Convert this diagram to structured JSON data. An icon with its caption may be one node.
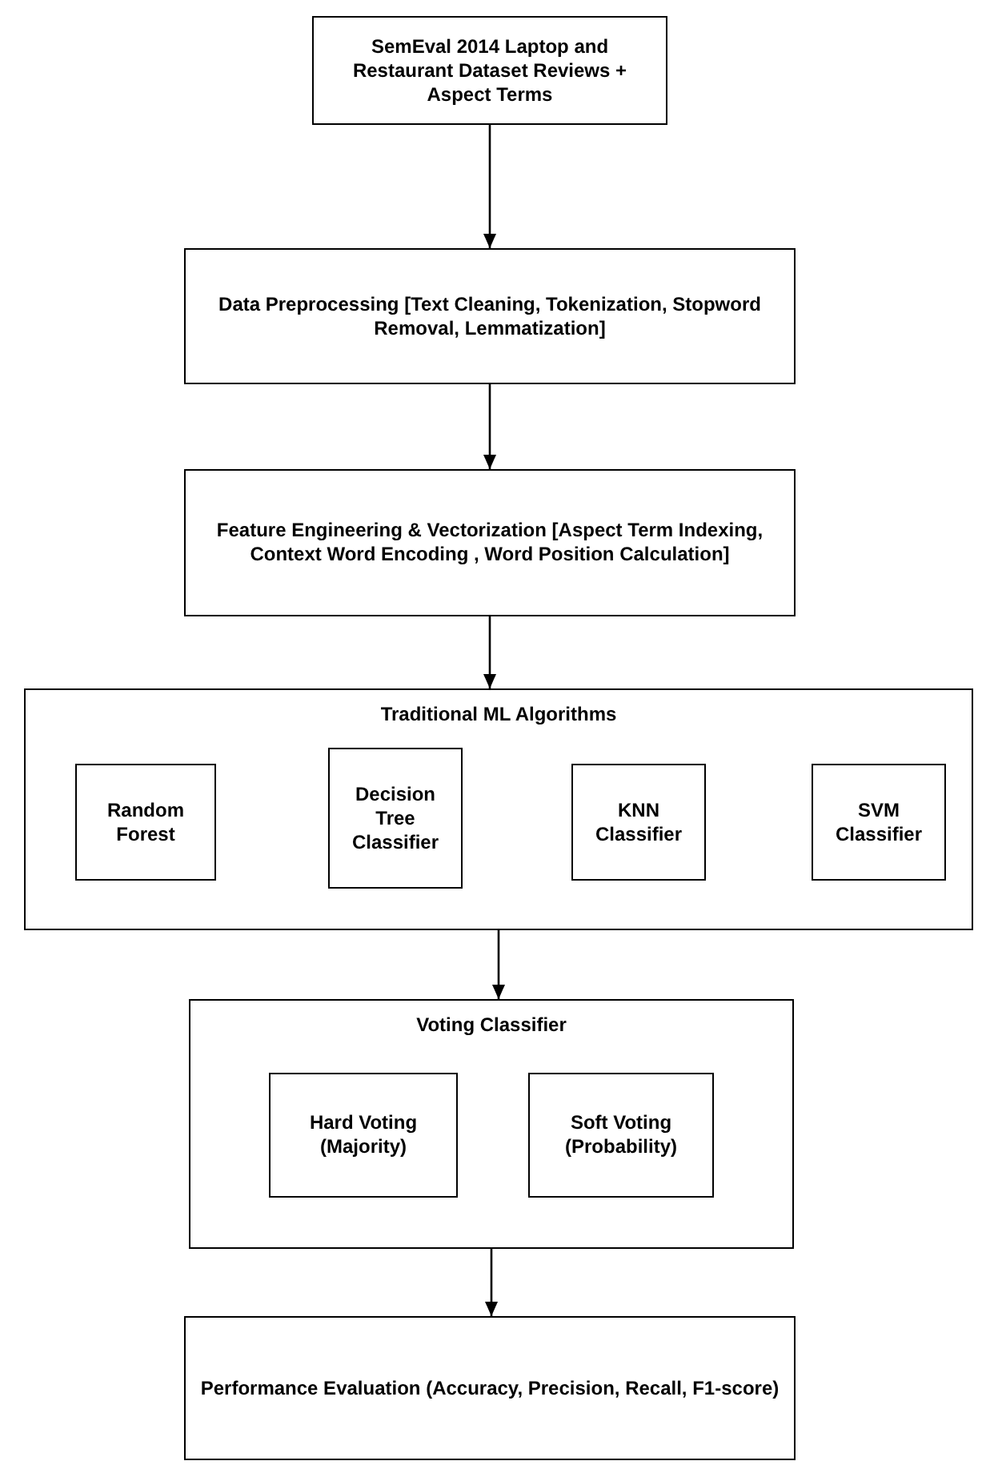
{
  "diagram": {
    "nodes": [
      {
        "text": [
          "SemEval 2014 Laptop and Restaurant Dataset Reviews + Aspect Terms"
        ]
      },
      {
        "text": [
          "Data Preprocessing [Text Cleaning,  Tokenization,   Stopword Removal, Lemmatization]"
        ]
      },
      {
        "text": [
          "Feature Engineering & Vectorization [Aspect Term Indexing, Context Word Encoding , Word Position Calculation]"
        ]
      },
      {
        "text": [
          "Traditional ML Algorithms"
        ]
      },
      {
        "text": [
          "Random Forest"
        ],
        "in": 3
      },
      {
        "text": [
          "Decision Tree Classifier"
        ],
        "in": 3
      },
      {
        "text": [
          "KNN Classifier"
        ],
        "in": 3
      },
      {
        "text": [
          "SVM Classifier"
        ],
        "in": 3
      },
      {
        "text": [
          "Voting Classifier"
        ]
      },
      {
        "text": [
          "Hard Voting (Majority)"
        ],
        "in": 8
      },
      {
        "text": [
          "Soft Voting (Probability)"
        ],
        "in": 8
      },
      {
        "text": [
          "Performance Evaluation (Accuracy, Precision, Recall, F1-score)"
        ]
      }
    ],
    "edges": [
      {
        "from": 0,
        "to": 1,
        "arrow": "to"
      },
      {
        "from": 1,
        "to": 2,
        "arrow": "to"
      },
      {
        "from": 2,
        "to": 3,
        "arrow": "to"
      },
      {
        "from": 3,
        "to": 8,
        "arrow": "to"
      },
      {
        "from": 8,
        "to": 11,
        "arrow": "to"
      }
    ]
  }
}
